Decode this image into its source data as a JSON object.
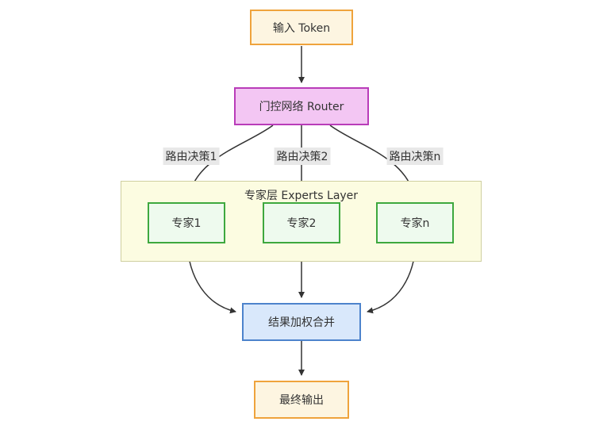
{
  "diagram": {
    "type": "flowchart",
    "nodes": {
      "input": {
        "label": "输入 Token"
      },
      "router": {
        "label": "门控网络 Router"
      },
      "expert1": {
        "label": "专家1"
      },
      "expert2": {
        "label": "专家2"
      },
      "expert_n": {
        "label": "专家n"
      },
      "merge": {
        "label": "结果加权合并"
      },
      "output": {
        "label": "最终输出"
      }
    },
    "subgraph": {
      "title": "专家层 Experts Layer"
    },
    "edge_labels": [
      "路由决策1",
      "路由决策2",
      "路由决策n"
    ],
    "edges": [
      {
        "from": "input",
        "to": "router",
        "label": ""
      },
      {
        "from": "router",
        "to": "expert1",
        "label": "路由决策1"
      },
      {
        "from": "router",
        "to": "expert2",
        "label": "路由决策2"
      },
      {
        "from": "router",
        "to": "expert_n",
        "label": "路由决策n"
      },
      {
        "from": "expert1",
        "to": "merge",
        "label": ""
      },
      {
        "from": "expert2",
        "to": "merge",
        "label": ""
      },
      {
        "from": "expert_n",
        "to": "merge",
        "label": ""
      },
      {
        "from": "merge",
        "to": "output",
        "label": ""
      }
    ],
    "colors": {
      "input_output_fill": "#fdf5e1",
      "input_output_border": "#efa33c",
      "router_fill": "#f3c6f3",
      "router_border": "#b93cb9",
      "expert_fill": "#eefaee",
      "expert_border": "#3ea83e",
      "merge_fill": "#d9e8fb",
      "merge_border": "#4d83cc",
      "subgraph_fill": "#fcfce1",
      "subgraph_border": "#cfcfa0",
      "edge_stroke": "#333333",
      "edge_label_bg": "#e8e8e8"
    }
  }
}
